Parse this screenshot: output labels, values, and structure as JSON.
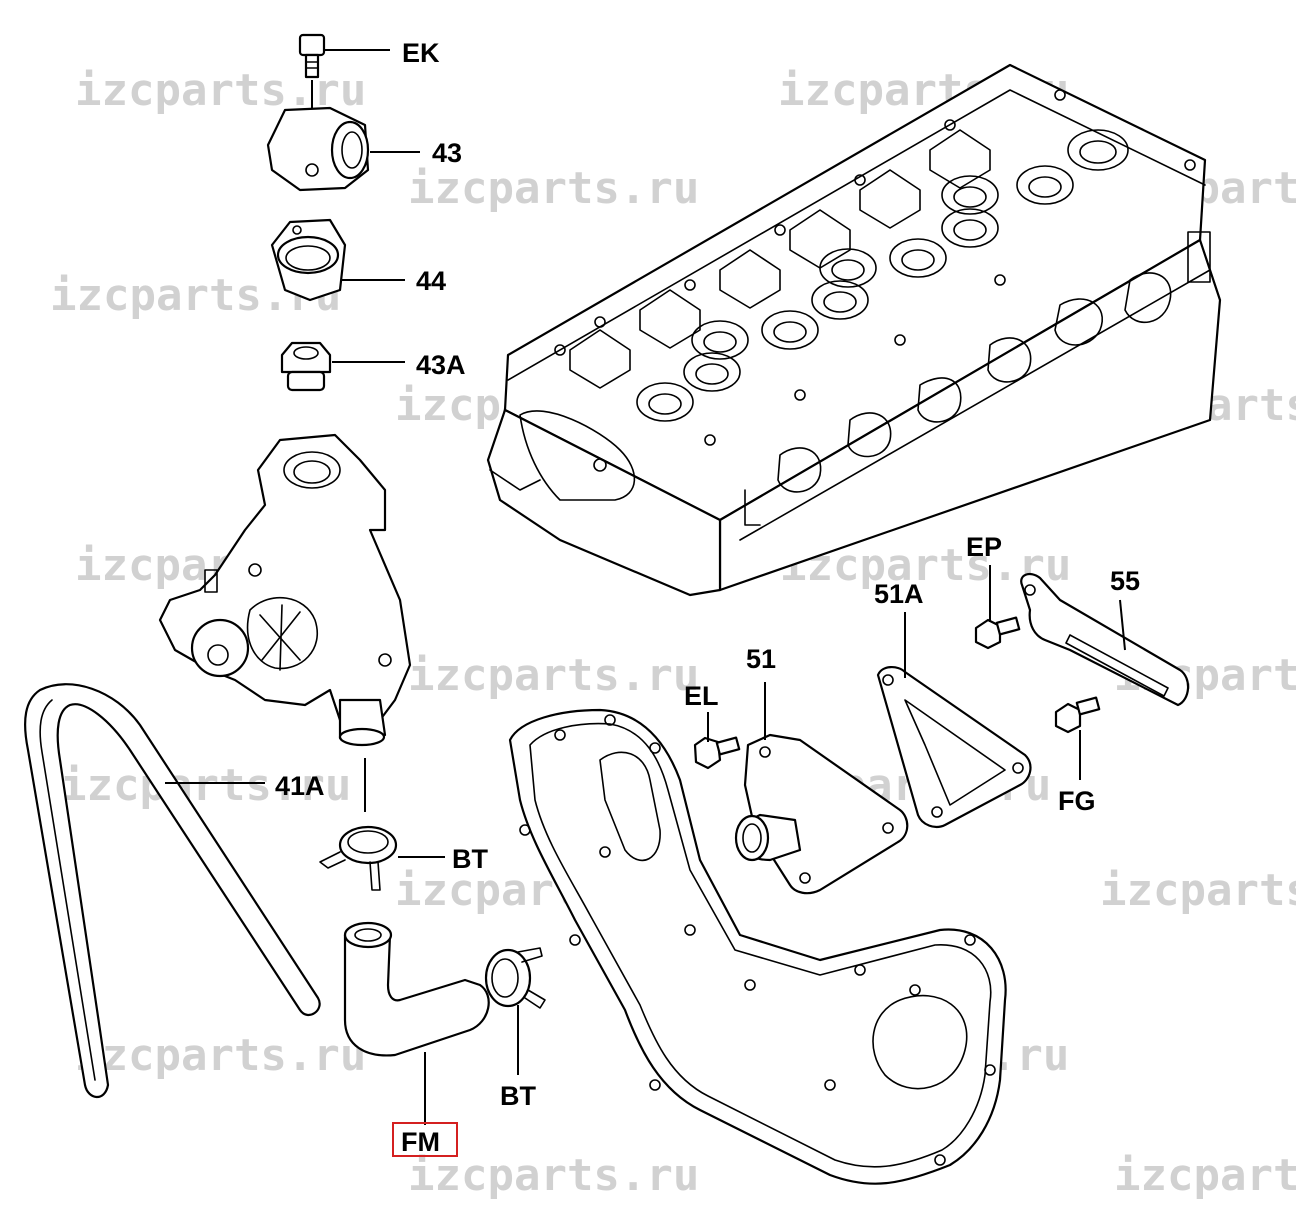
{
  "diagram": {
    "highlight_color": "#d42020",
    "watermark_color": "#c9c9c9",
    "watermark_text": "izcparts.ru",
    "labels": {
      "ek": "EK",
      "p43": "43",
      "p44": "44",
      "p43a": "43A",
      "p41a": "41A",
      "bt_upper": "BT",
      "bt_lower": "BT",
      "fm": "FM",
      "el": "EL",
      "p51": "51",
      "p51a": "51A",
      "ep": "EP",
      "p55": "55",
      "fg": "FG"
    }
  }
}
